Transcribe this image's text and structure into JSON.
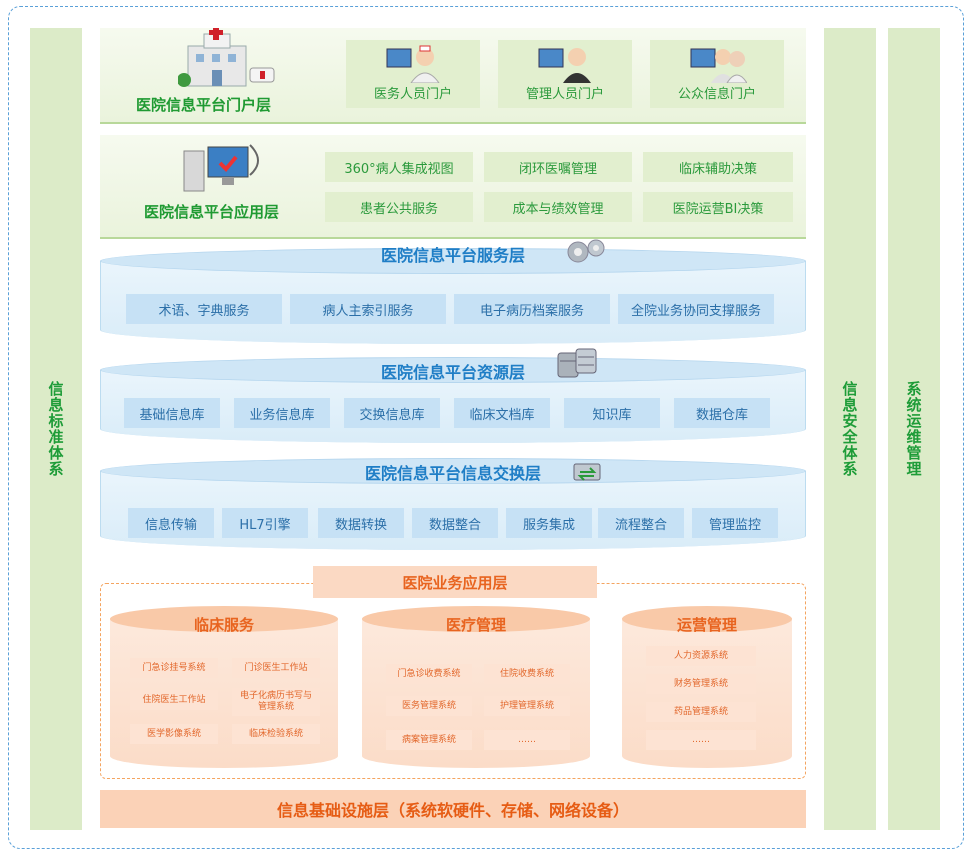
{
  "side": {
    "left": "信息标准体系",
    "right1": "信息安全体系",
    "right2": "系统运维管理"
  },
  "portal_layer": {
    "title": "医院信息平台门户层",
    "portals": [
      "医务人员门户",
      "管理人员门户",
      "公众信息门户"
    ]
  },
  "app_layer": {
    "title": "医院信息平台应用层",
    "items": [
      "360°病人集成视图",
      "闭环医嘱管理",
      "临床辅助决策",
      "患者公共服务",
      "成本与绩效管理",
      "医院运营BI决策"
    ]
  },
  "service_layer": {
    "title": "医院信息平台服务层",
    "items": [
      "术语、字典服务",
      "病人主索引服务",
      "电子病历档案服务",
      "全院业务协同支撑服务"
    ]
  },
  "resource_layer": {
    "title": "医院信息平台资源层",
    "items": [
      "基础信息库",
      "业务信息库",
      "交换信息库",
      "临床文档库",
      "知识库",
      "数据仓库"
    ]
  },
  "exchange_layer": {
    "title": "医院信息平台信息交换层",
    "items": [
      "信息传输",
      "HL7引擎",
      "数据转换",
      "数据整合",
      "服务集成",
      "流程整合",
      "管理监控"
    ]
  },
  "business_layer": {
    "title": "医院业务应用层",
    "groups": [
      {
        "name": "临床服务",
        "items": [
          "门急诊挂号系统",
          "门诊医生工作站",
          "住院医生工作站",
          "电子化病历书写与管理系统",
          "医学影像系统",
          "临床检验系统"
        ]
      },
      {
        "name": "医疗管理",
        "items": [
          "门急诊收费系统",
          "住院收费系统",
          "医务管理系统",
          "护理管理系统",
          "病案管理系统",
          "……"
        ]
      },
      {
        "name": "运营管理",
        "items": [
          "人力资源系统",
          "财务管理系统",
          "药品管理系统",
          "……"
        ]
      }
    ]
  },
  "infra": {
    "title": "信息基础设施层（系统软硬件、存储、网络设备）"
  }
}
